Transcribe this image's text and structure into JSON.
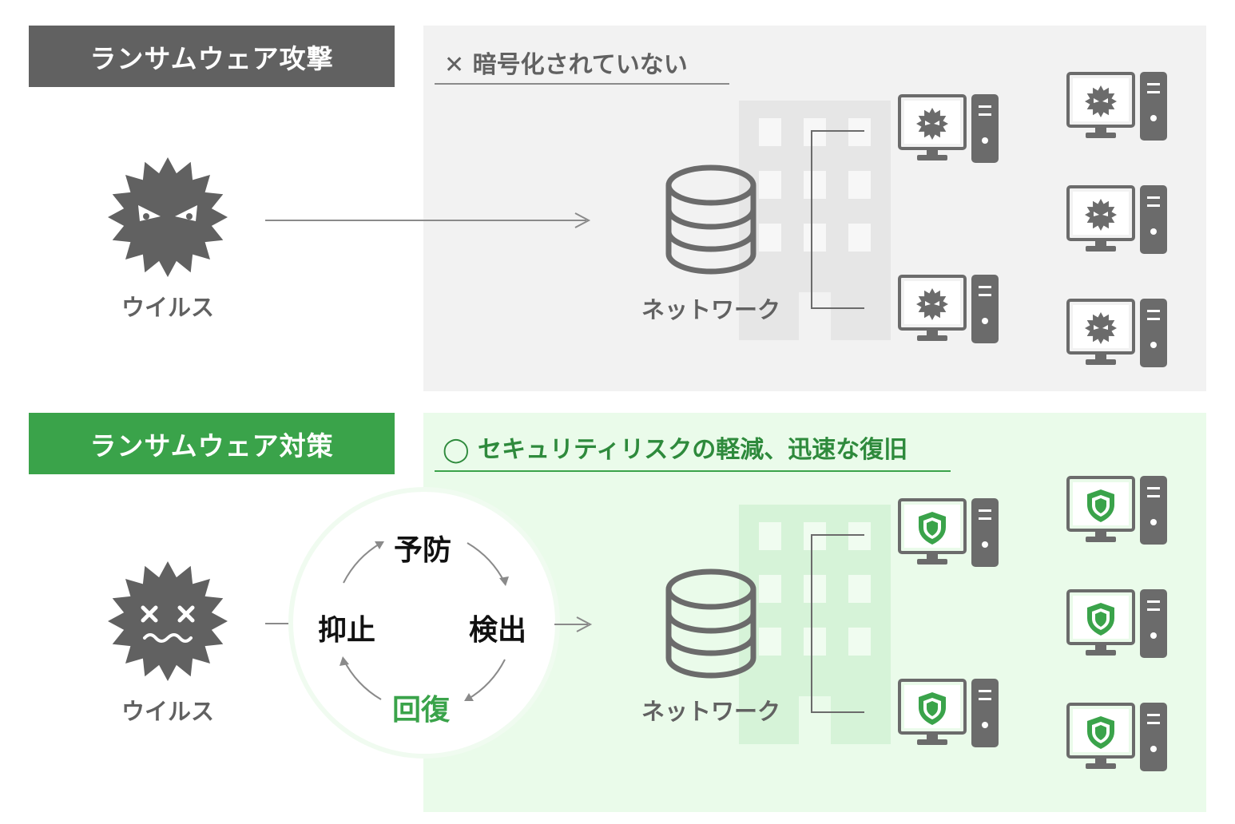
{
  "colors": {
    "attack_dark": "#616161",
    "defense_green": "#3aa34a",
    "attack_panel_bg": "#f2f2f2",
    "defense_panel_bg": "#eafbea",
    "building_gray": "#e6e6e6",
    "building_green": "#d6f3d8",
    "icon_gray": "#6b6b6b",
    "arrow_gray": "#8a8a8a",
    "heading_green_text": "#2e8a3c"
  },
  "attack": {
    "section_label": "ランサムウェア攻撃",
    "heading_mark": "✕",
    "heading_text": "暗号化されていない",
    "virus_caption": "ウイルス",
    "network_caption": "ネットワーク",
    "computer_icon": "infected-computer-icon"
  },
  "defense": {
    "section_label": "ランサムウェア対策",
    "heading_mark": "◯",
    "heading_text": "セキュリティリスクの軽減、迅速な復旧",
    "virus_caption": "ウイルス",
    "network_caption": "ネットワーク",
    "computer_icon": "protected-computer-icon",
    "cycle": {
      "top": "予防",
      "right": "検出",
      "bottom": "回復",
      "left": "抑止"
    }
  }
}
